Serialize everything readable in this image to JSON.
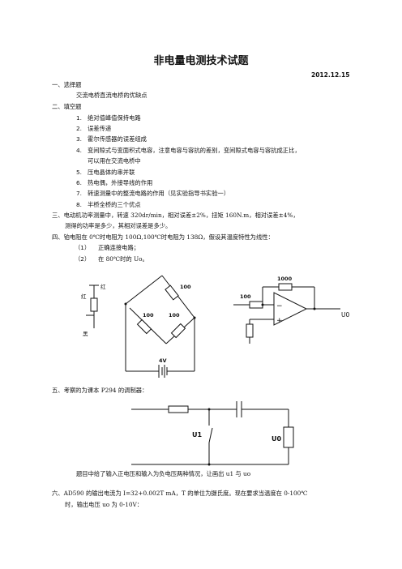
{
  "title": "非电量电测技术试题",
  "date": "2012.12.15",
  "sections": [
    {
      "label": "一、选择题",
      "lines": [
        "交流电桥直流电桥的优缺点"
      ]
    },
    {
      "label": "二、填空题",
      "items": [
        {
          "num": "1.",
          "text": "绝对值峰值保持电路"
        },
        {
          "num": "2.",
          "text": "误差传递"
        },
        {
          "num": "3.",
          "text": "霍尔传感器的误差组成"
        },
        {
          "num": "4.",
          "text": "变间隙式与变面积式电容，注意电容与容抗的差别，变间隙式电容与容抗成正比，",
          "cont": "可以用在交流电桥中"
        },
        {
          "num": "5.",
          "text": "压电晶体的串并联"
        },
        {
          "num": "6.",
          "text": "热电偶，外接导线的作用"
        },
        {
          "num": "7.",
          "text": "转速测量中的整流电路的作用（见实验指导书实验一）"
        },
        {
          "num": "8.",
          "text": "半桥全桥的三个优点"
        }
      ]
    },
    {
      "label": "三、电动机功率测量中，转速 320dr/min，相对误差±2%，扭矩 160N.m，相对误差±4%，",
      "lines": [
        "测得的功率是多少，其相对误差是多少。"
      ]
    },
    {
      "label": "四、铂电阻在 0℃时电阻为 100Ω,100℃时电阻为 138Ω，假设其温度特性为线性：",
      "sub": [
        {
          "num": "（1）",
          "text": "正确连接电路；"
        },
        {
          "num": "（2）",
          "text": "在 80℃时的 Uo。"
        }
      ]
    },
    {
      "label": "五、考察的为课本 P294 的调制器：",
      "lines": [
        "题目中给了输入正电压和输入为负电压两种情况，让画出 u1 与 uo"
      ]
    },
    {
      "label": "六、AD590 的输出电流为 I=32+0.002T  mA，T 的单位为摄氏度。现在要求当温度在 0-100℃",
      "lines": [
        "时，输出电压 uo 为 0-10V："
      ]
    }
  ],
  "circuit1": {
    "hong1": "红",
    "hong2": "红",
    "hei": "黑",
    "r_top": "100",
    "r_left": "100",
    "r_right": "100",
    "source": "4V"
  },
  "circuit2": {
    "r_feedback": "1000",
    "r_input": "100",
    "output": "U0"
  },
  "circuit3": {
    "input": "U1",
    "output": "U0"
  }
}
